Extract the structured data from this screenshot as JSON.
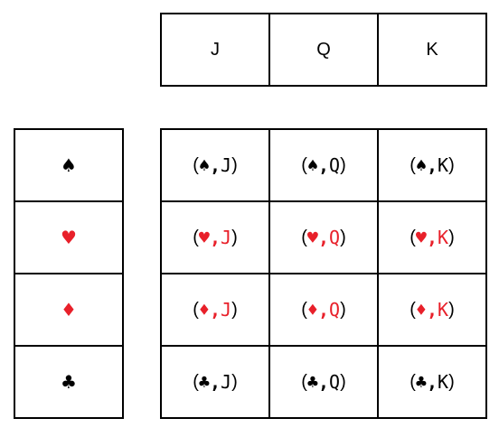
{
  "colors": {
    "black_suit": "#000000",
    "red_suit": "#e8202a",
    "border": "#000000"
  },
  "ranks": [
    "J",
    "Q",
    "K"
  ],
  "suits": [
    {
      "name": "spade-icon",
      "symbol": "♠",
      "color": "#000000"
    },
    {
      "name": "heart-icon",
      "symbol": "♥",
      "color": "#e8202a"
    },
    {
      "name": "diamond-icon",
      "symbol": "♦",
      "color": "#e8202a"
    },
    {
      "name": "club-icon",
      "symbol": "♣",
      "color": "#000000"
    }
  ],
  "pairs": [
    [
      {
        "open": "(",
        "suit": "♠",
        "comma": ",",
        "rank": "J",
        "close": ")",
        "color": "#000000"
      },
      {
        "open": "(",
        "suit": "♠",
        "comma": ",",
        "rank": "Q",
        "close": ")",
        "color": "#000000"
      },
      {
        "open": "(",
        "suit": "♠",
        "comma": ",",
        "rank": "K",
        "close": ")",
        "color": "#000000"
      }
    ],
    [
      {
        "open": "(",
        "suit": "♥",
        "comma": ",",
        "rank": "J",
        "close": ")",
        "color": "#e8202a"
      },
      {
        "open": "(",
        "suit": "♥",
        "comma": ",",
        "rank": "Q",
        "close": ")",
        "color": "#e8202a"
      },
      {
        "open": "(",
        "suit": "♥",
        "comma": ",",
        "rank": "K",
        "close": ")",
        "color": "#e8202a"
      }
    ],
    [
      {
        "open": "(",
        "suit": "♦",
        "comma": ",",
        "rank": "J",
        "close": ")",
        "color": "#e8202a"
      },
      {
        "open": "(",
        "suit": "♦",
        "comma": ",",
        "rank": "Q",
        "close": ")",
        "color": "#e8202a"
      },
      {
        "open": "(",
        "suit": "♦",
        "comma": ",",
        "rank": "K",
        "close": ")",
        "color": "#e8202a"
      }
    ],
    [
      {
        "open": "(",
        "suit": "♣",
        "comma": ",",
        "rank": "J",
        "close": ")",
        "color": "#000000"
      },
      {
        "open": "(",
        "suit": "♣",
        "comma": ",",
        "rank": "Q",
        "close": ")",
        "color": "#000000"
      },
      {
        "open": "(",
        "suit": "♣",
        "comma": ",",
        "rank": "K",
        "close": ")",
        "color": "#000000"
      }
    ]
  ]
}
